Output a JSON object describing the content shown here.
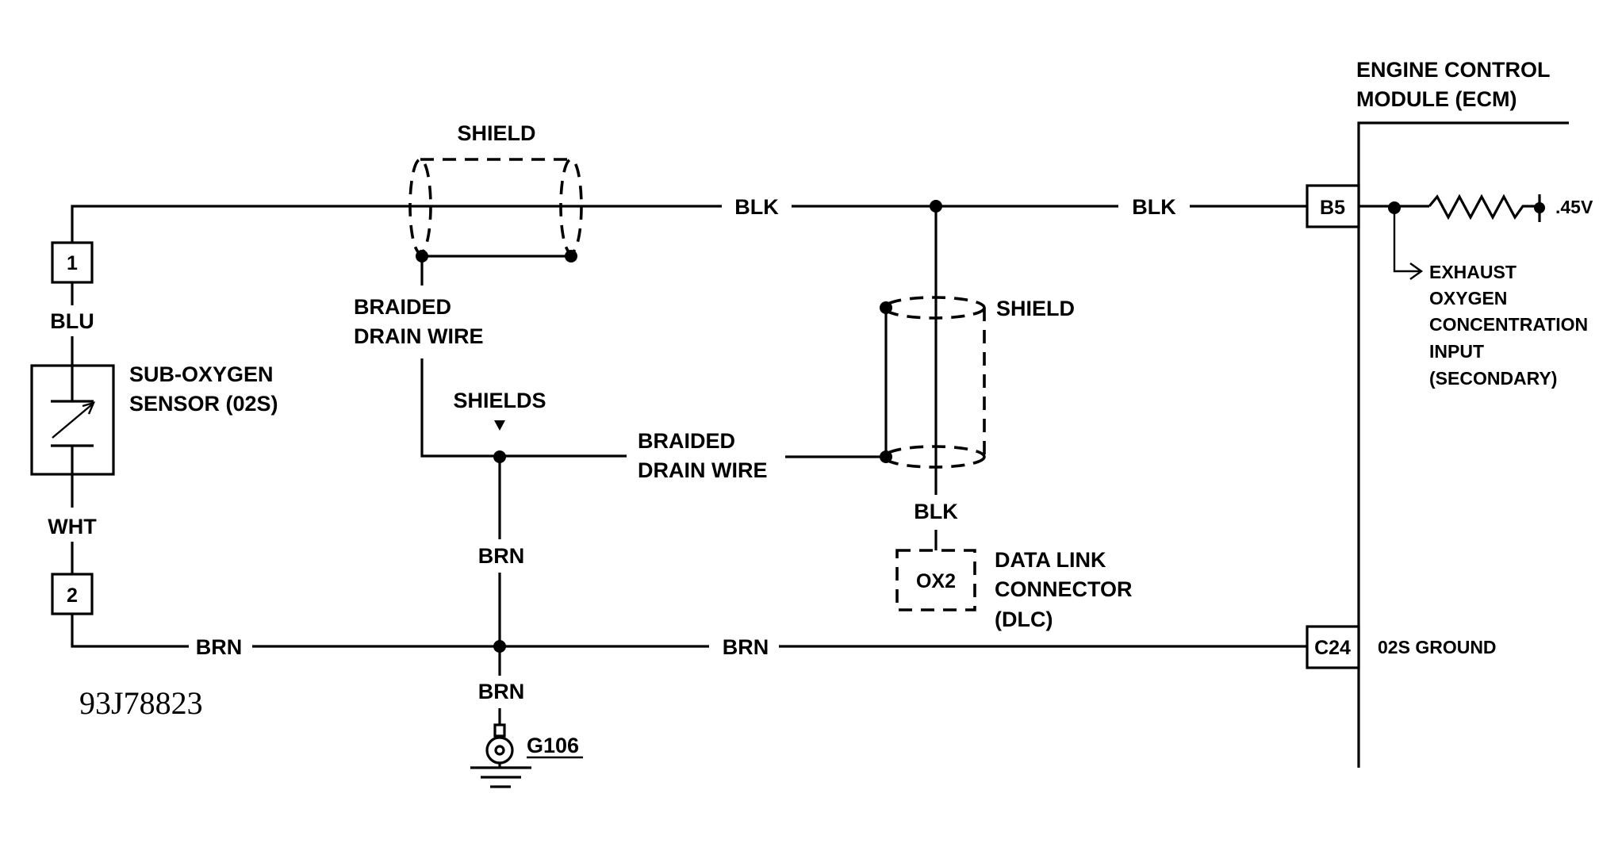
{
  "ecm": {
    "line1": "ENGINE CONTROL",
    "line2": "MODULE (ECM)"
  },
  "sensor": {
    "name_line1": "SUB-OXYGEN",
    "name_line2": "SENSOR (02S)",
    "pin1": "1",
    "pin2": "2",
    "pin1_wire": "BLU",
    "pin2_wire": "WHT"
  },
  "signal_circuit": {
    "wire_left": "BLK",
    "wire_right": "BLK",
    "ecm_pin": "B5",
    "reference": ".45V"
  },
  "ground_circuit": {
    "wire_left": "BRN",
    "wire_right": "BRN",
    "ecm_pin": "C24",
    "label": "02S GROUND"
  },
  "shield_upper": {
    "label": "SHIELD",
    "drain_line1": "BRAIDED",
    "drain_line2": "DRAIN WIRE"
  },
  "shield_lower": {
    "label": "SHIELD",
    "drain_line1": "BRAIDED",
    "drain_line2": "DRAIN WIRE",
    "wire_down": "BLK"
  },
  "shields_junction": {
    "label": "SHIELDS",
    "wire_down": "BRN",
    "wire_to_ground": "BRN"
  },
  "ground": {
    "label": "G106"
  },
  "dlc": {
    "pin": "OX2",
    "line1": "DATA LINK",
    "line2": "CONNECTOR",
    "line3": "(DLC)"
  },
  "ecm_input": {
    "line1": "EXHAUST",
    "line2": "OXYGEN",
    "line3": "CONCENTRATION",
    "line4": "INPUT",
    "line5": "(SECONDARY)"
  },
  "figure_id": "93J78823"
}
